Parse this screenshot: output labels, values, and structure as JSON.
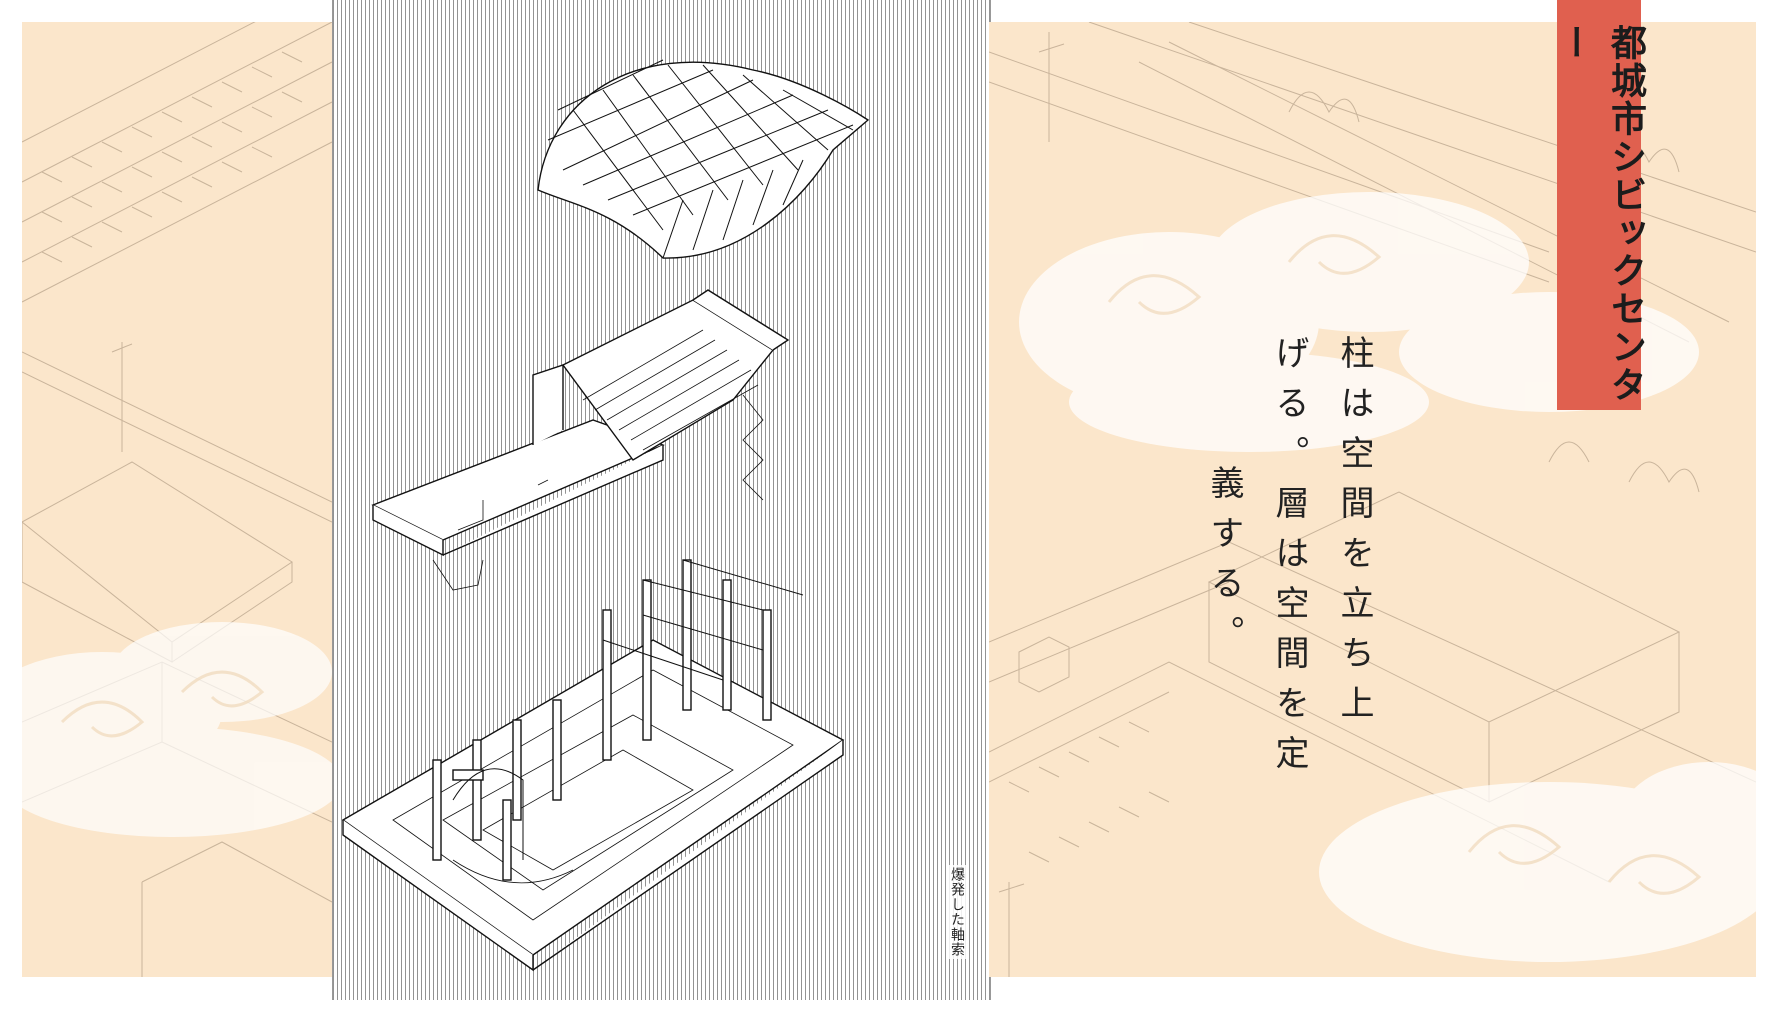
{
  "title": "都城市シビックセンター",
  "poem": {
    "column1": "柱は空間を立ち上",
    "column2": "げる。層は空間を定",
    "column3": "義する。"
  },
  "caption": "爆発した軸索",
  "colors": {
    "background_panel": "#fbe6cb",
    "title_banner": "#e0604f",
    "line": "#3a3a3a"
  }
}
